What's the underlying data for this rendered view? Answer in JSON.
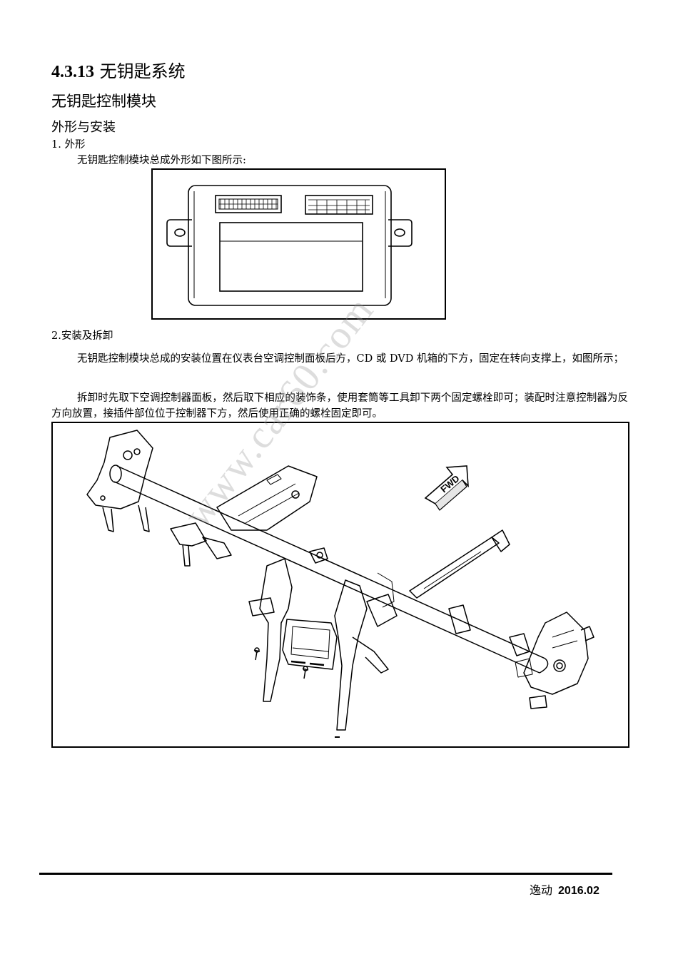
{
  "heading": {
    "number": "4.3.13",
    "title": "无钥匙系统"
  },
  "subheading": "无钥匙控制模块",
  "section": "外形与安装",
  "step1": {
    "label": "1. 外形",
    "text": "无钥匙控制模块总成外形如下图所示:"
  },
  "step2": {
    "label": "2.安装及拆卸",
    "para1": "无钥匙控制模块总成的安装位置在仪表台空调控制面板后方，CD 或 DVD 机箱的下方，固定在转向支撑上，如图所示；",
    "para2": "拆卸时先取下空调控制器面板，然后取下相应的装饰条，使用套筒等工具卸下两个固定螺栓即可；装配时注意控制器为反方向放置，接插件部位位于控制器下方，然后使用正确的螺栓固定即可。"
  },
  "diagram": {
    "direction_label": "FWD"
  },
  "watermark": "www.car60.com",
  "footer": {
    "model": "逸动",
    "date": "2016.02"
  }
}
